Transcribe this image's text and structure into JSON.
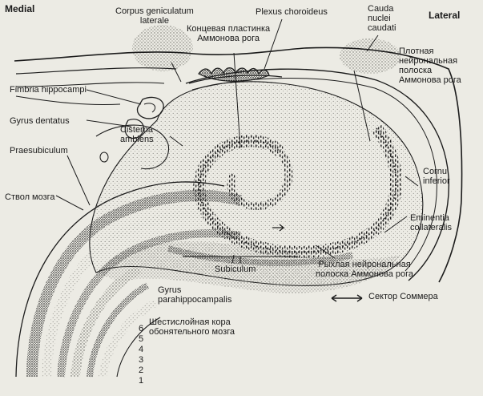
{
  "colors": {
    "paper": "#ecebe4",
    "ink": "#1c1c1c",
    "stipple_light": "#9a9a94",
    "stipple_dark": "#2a2a2a"
  },
  "labels": {
    "medial": "Medial",
    "lateral": "Lateral",
    "corpus_geniculatum": [
      "Corpus geniculatum",
      "laterale"
    ],
    "plexus_choroideus": "Plexus choroideus",
    "cauda_nuclei": [
      "Cauda",
      "nuclei",
      "caudati"
    ],
    "end_plate": [
      "Концевая пластинка",
      "Аммонова рога"
    ],
    "dense_layer": [
      "Плотная",
      "нейрональная",
      "полоска",
      "Аммонова рога"
    ],
    "fimbria": "Fimbria hippocampi",
    "gyrus_dentatus": "Gyrus dentatus",
    "cisterna": [
      "Cisterna",
      "ambiens"
    ],
    "praesubiculum": "Praesubiculum",
    "cornu_inferior": [
      "Cornu",
      "inferior"
    ],
    "brainstem": "Ствол мозга",
    "eminentia": [
      "Eminentia",
      "collateralis"
    ],
    "loose_layer": [
      "Рыхлая нейрональная",
      "полоска Аммонова рога"
    ],
    "subiculum": "Subiculum",
    "gyrus_parahippocampalis": [
      "Gyrus",
      "parahippocampalis"
    ],
    "sommer_sector": "Сектор Соммера",
    "six_layer_cortex": [
      "Шестислойная кора",
      "обонятельного мозга"
    ],
    "layer_numbers": [
      "6",
      "5",
      "4",
      "3",
      "2",
      "1"
    ]
  }
}
